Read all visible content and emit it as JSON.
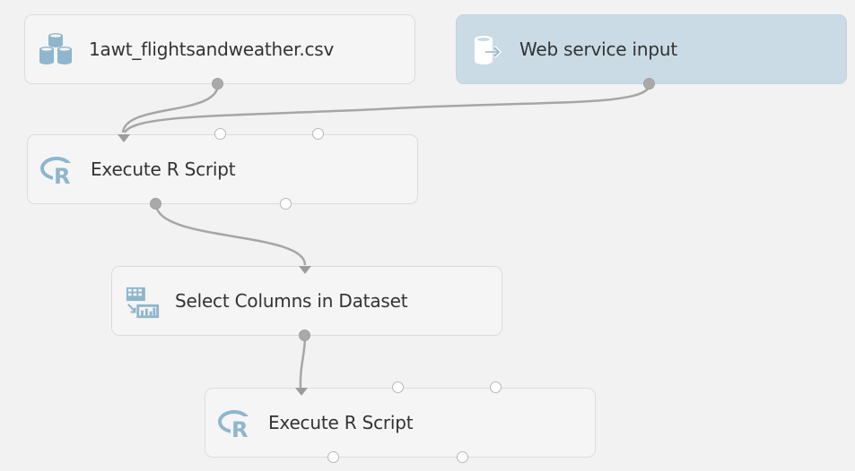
{
  "modules": {
    "dataset": {
      "label": "1awt_flightsandweather.csv",
      "icon": "dataset-icon"
    },
    "web_input": {
      "label": "Web service input",
      "icon": "web-service-input-icon"
    },
    "r_script_1": {
      "label": "Execute R Script",
      "icon": "r-language-icon"
    },
    "select_columns": {
      "label": "Select Columns in Dataset",
      "icon": "select-columns-icon"
    },
    "r_script_2": {
      "label": "Execute R Script",
      "icon": "r-language-icon"
    }
  },
  "colors": {
    "canvas": "#f2f2f2",
    "module_bg": "#f5f5f5",
    "selected_bg": "#cadbe5",
    "icon_blue": "#8fb6cc",
    "wire": "#a6a6a6"
  }
}
